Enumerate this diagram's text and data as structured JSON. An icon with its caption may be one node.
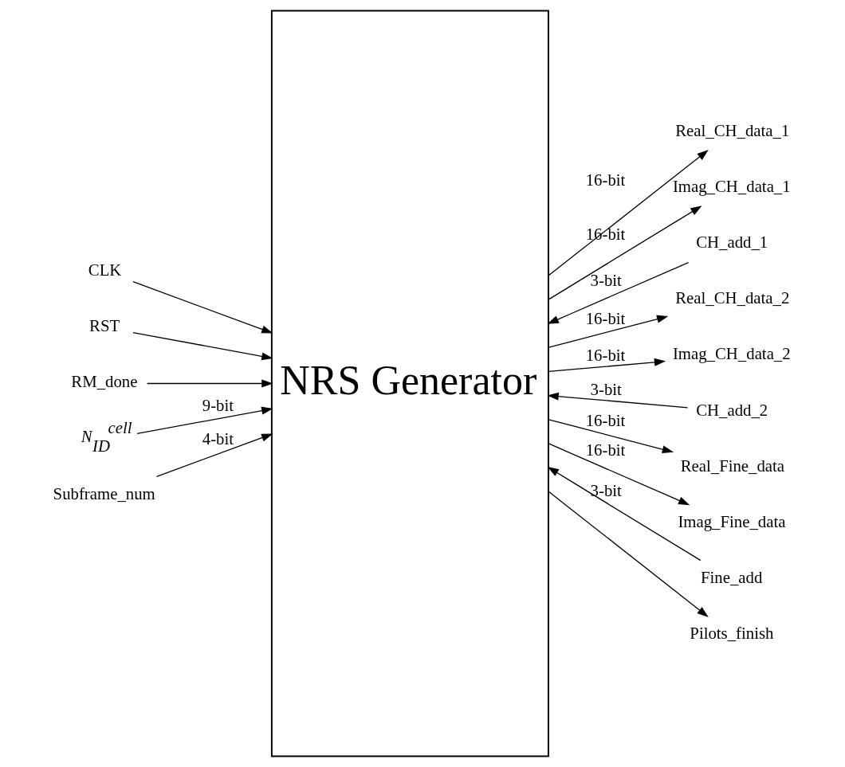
{
  "diagram": {
    "nodes": [
      {
        "text": [
          "NRS Generator"
        ]
      },
      {
        "text": [
          "CLK"
        ]
      },
      {
        "text": [
          "RST"
        ]
      },
      {
        "text": [
          "RM_done"
        ]
      },
      {
        "text": [
          "*N*$_{ID}$$^{cell}$"
        ]
      },
      {
        "text": [
          "Subframe_num"
        ]
      },
      {
        "text": [
          "Real_CH_data_1"
        ]
      },
      {
        "text": [
          "Imag_CH_data_1"
        ]
      },
      {
        "text": [
          "CH_add_1"
        ]
      },
      {
        "text": [
          "Real_CH_data_2"
        ]
      },
      {
        "text": [
          "Imag_CH_data_2"
        ]
      },
      {
        "text": [
          "CH_add_2"
        ]
      },
      {
        "text": [
          "Real_Fine_data"
        ]
      },
      {
        "text": [
          "Imag_Fine_data"
        ]
      },
      {
        "text": [
          "Fine_add"
        ]
      },
      {
        "text": [
          "Pilots_finish"
        ]
      }
    ],
    "edges": [
      {
        "from": 1,
        "to": 0,
        "arrow": "to"
      },
      {
        "from": 2,
        "to": 0,
        "arrow": "to"
      },
      {
        "from": 3,
        "to": 0,
        "arrow": "to"
      },
      {
        "from": 4,
        "to": 0,
        "arrow": "to",
        "label": "9-bit"
      },
      {
        "from": 5,
        "to": 0,
        "arrow": "to",
        "label": "4-bit"
      },
      {
        "from": 0,
        "to": 6,
        "arrow": "to",
        "label": "16-bit"
      },
      {
        "from": 0,
        "to": 7,
        "arrow": "to",
        "label": "16-bit"
      },
      {
        "from": 8,
        "to": 0,
        "arrow": "to",
        "label": "3-bit"
      },
      {
        "from": 0,
        "to": 9,
        "arrow": "to",
        "label": "16-bit"
      },
      {
        "from": 0,
        "to": 10,
        "arrow": "to",
        "label": "16-bit"
      },
      {
        "from": 11,
        "to": 0,
        "arrow": "to",
        "label": "3-bit"
      },
      {
        "from": 0,
        "to": 12,
        "arrow": "to",
        "label": "16-bit"
      },
      {
        "from": 0,
        "to": 13,
        "arrow": "to",
        "label": "16-bit"
      },
      {
        "from": 14,
        "to": 0,
        "arrow": "to",
        "label": "3-bit"
      },
      {
        "from": 0,
        "to": 15,
        "arrow": "to"
      }
    ]
  }
}
